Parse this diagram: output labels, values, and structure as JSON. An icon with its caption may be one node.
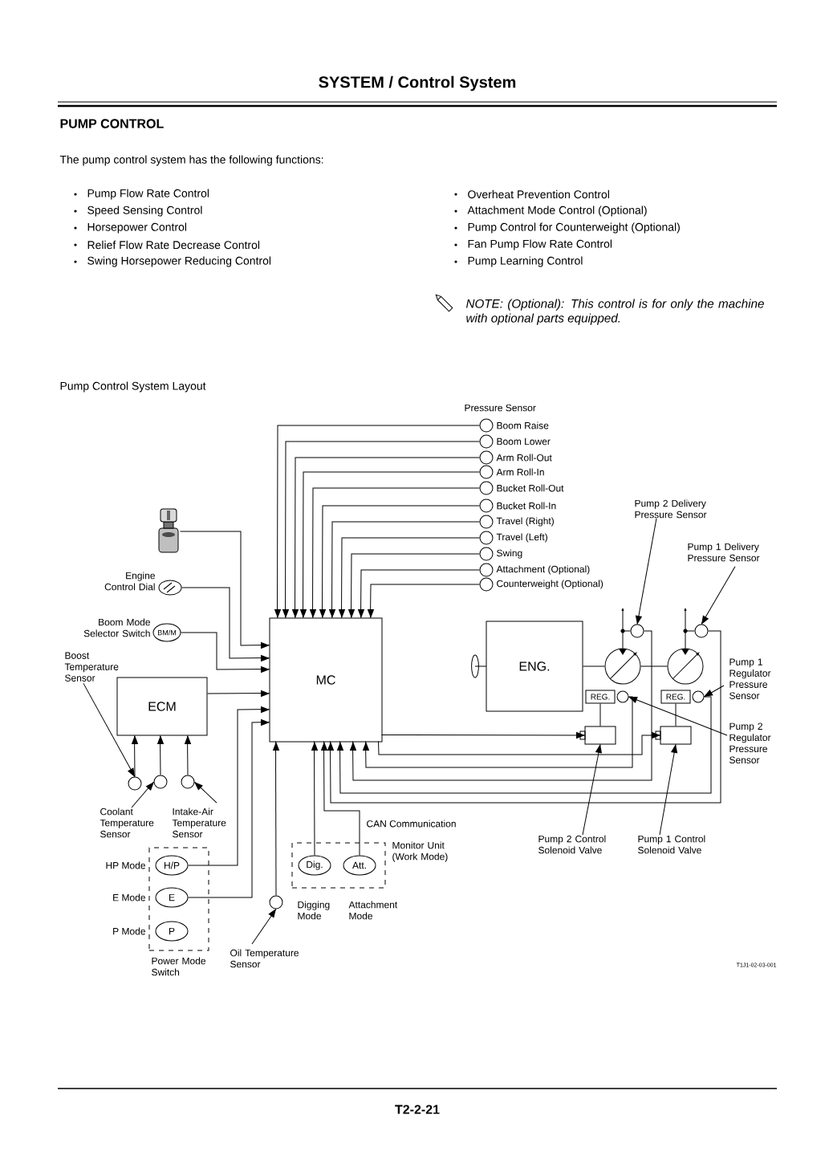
{
  "diagram": {
    "title": "SYSTEM / Control System",
    "nodes": [
      {
        "text": [
          "MC"
        ]
      },
      {
        "text": [
          "ECM"
        ]
      },
      {
        "text": [
          "ENG."
        ]
      },
      {
        "text": [],
        "shape": "circle",
        "beside": [
          "Boom Raise"
        ]
      },
      {
        "text": [],
        "shape": "circle",
        "beside": [
          "Boom Lower"
        ]
      },
      {
        "text": [],
        "shape": "circle",
        "beside": [
          "Arm Roll-Out"
        ]
      },
      {
        "text": [],
        "shape": "circle",
        "beside": [
          "Arm Roll-In"
        ]
      },
      {
        "text": [],
        "shape": "circle",
        "beside": [
          "Bucket Roll-Out"
        ]
      },
      {
        "text": [],
        "shape": "circle",
        "beside": [
          "Bucket Roll-In"
        ]
      },
      {
        "text": [],
        "shape": "circle",
        "beside": [
          "Travel (Right)"
        ]
      },
      {
        "text": [],
        "shape": "circle",
        "beside": [
          "Travel (Left)"
        ]
      },
      {
        "text": [],
        "shape": "circle",
        "beside": [
          "Swing"
        ]
      },
      {
        "text": [],
        "shape": "circle",
        "beside": [
          "Attachment (Optional)"
        ]
      },
      {
        "text": [],
        "shape": "circle",
        "beside": [
          "Counterweight (Optional)"
        ]
      },
      {
        "text": [],
        "shape": "picture"
      },
      {
        "text": [],
        "shape": "dial",
        "beside": [
          "Engine Control Dial"
        ]
      },
      {
        "text": [
          "BM/M"
        ],
        "beside": [
          "Boom Mode Selector Switch"
        ]
      },
      {
        "text": [],
        "shape": "circle"
      },
      {
        "text": [],
        "shape": "circle"
      },
      {
        "text": [],
        "shape": "circle"
      },
      {
        "text": [
          "Boost Temperature Sensor"
        ]
      },
      {
        "text": [
          "Coolant Temperature Sensor"
        ]
      },
      {
        "text": [
          "Intake-Air Temperature Sensor"
        ]
      },
      {
        "text": [
          "Power Mode Switch"
        ]
      },
      {
        "text": [
          "H/P"
        ],
        "in": 23,
        "beside": [
          "HP Mode"
        ]
      },
      {
        "text": [
          "E"
        ],
        "in": 23,
        "beside": [
          "E Mode"
        ]
      },
      {
        "text": [
          "P"
        ],
        "in": 23,
        "beside": [
          "P Mode"
        ]
      },
      {
        "text": [],
        "shape": "circle"
      },
      {
        "text": [
          "Oil Temperature Sensor"
        ]
      },
      {
        "text": [
          "Monitor Unit (Work Mode)"
        ]
      },
      {
        "text": [
          "Dig."
        ],
        "in": 29
      },
      {
        "text": [
          "Att."
        ],
        "in": 29
      },
      {
        "text": [],
        "shape": "circle"
      },
      {
        "text": [],
        "shape": "circle"
      },
      {
        "text": [],
        "shape": "circle"
      },
      {
        "text": [],
        "shape": "circle"
      },
      {
        "text": [
          "REG."
        ]
      },
      {
        "text": [
          "REG."
        ]
      },
      {
        "text": [],
        "shape": "circle"
      },
      {
        "text": [],
        "shape": "circle"
      },
      {
        "text": [],
        "shape": "box"
      },
      {
        "text": [],
        "shape": "box"
      },
      {
        "text": [
          "Pump 2 Delivery Pressure Sensor"
        ]
      },
      {
        "text": [
          "Pump 1 Delivery Pressure Sensor"
        ]
      },
      {
        "text": [
          "Pump 1 Regulator Pressure Sensor"
        ]
      },
      {
        "text": [
          "Pump 2 Regulator Pressure Sensor"
        ]
      },
      {
        "text": [
          "Pump 2 Control Solenoid Valve"
        ]
      },
      {
        "text": [
          "Pump 1 Control Solenoid Valve"
        ]
      }
    ],
    "edges": [
      {
        "from": 3,
        "to": 0,
        "arrow": "to"
      },
      {
        "from": 4,
        "to": 0,
        "arrow": "to"
      },
      {
        "from": 5,
        "to": 0,
        "arrow": "to"
      },
      {
        "from": 6,
        "to": 0,
        "arrow": "to"
      },
      {
        "from": 7,
        "to": 0,
        "arrow": "to"
      },
      {
        "from": 8,
        "to": 0,
        "arrow": "to"
      },
      {
        "from": 9,
        "to": 0,
        "arrow": "to"
      },
      {
        "from": 10,
        "to": 0,
        "arrow": "to"
      },
      {
        "from": 11,
        "to": 0,
        "arrow": "to"
      },
      {
        "from": 12,
        "to": 0,
        "arrow": "to"
      },
      {
        "from": 13,
        "to": 0,
        "arrow": "to"
      },
      {
        "from": 14,
        "to": 0,
        "arrow": "to"
      },
      {
        "from": 15,
        "to": 0,
        "arrow": "to"
      },
      {
        "from": 16,
        "to": 0,
        "arrow": "to"
      },
      {
        "from": 1,
        "to": 0,
        "arrow": "to"
      },
      {
        "from": 17,
        "to": 1,
        "arrow": "to"
      },
      {
        "from": 18,
        "to": 1,
        "arrow": "to"
      },
      {
        "from": 19,
        "to": 1,
        "arrow": "to"
      },
      {
        "from": 20,
        "to": 17,
        "arrow": "to"
      },
      {
        "from": 21,
        "to": 18,
        "arrow": "to"
      },
      {
        "from": 22,
        "to": 19,
        "arrow": "to"
      },
      {
        "from": 24,
        "to": 0,
        "arrow": "to"
      },
      {
        "from": 25,
        "to": 0,
        "arrow": "to"
      },
      {
        "from": 27,
        "to": 0,
        "arrow": "to"
      },
      {
        "from": 28,
        "to": 27,
        "arrow": "to"
      },
      {
        "from": 30,
        "to": 0,
        "arrow": "to"
      },
      {
        "from": 31,
        "to": 0,
        "arrow": "to",
        "label": "CAN Communication"
      },
      {
        "from": 2,
        "to": 32,
        "arrow": "none"
      },
      {
        "from": 32,
        "to": 33,
        "arrow": "none"
      },
      {
        "from": 0,
        "to": 40,
        "arrow": "to"
      },
      {
        "from": 0,
        "to": 41,
        "arrow": "to"
      },
      {
        "from": 40,
        "to": 36,
        "arrow": "none"
      },
      {
        "from": 41,
        "to": 37,
        "arrow": "none"
      },
      {
        "from": 38,
        "to": 0,
        "arrow": "to"
      },
      {
        "from": 34,
        "to": 0,
        "arrow": "to"
      },
      {
        "from": 39,
        "to": 0,
        "arrow": "to"
      },
      {
        "from": 35,
        "to": 0,
        "arrow": "to"
      },
      {
        "from": 42,
        "to": 34,
        "arrow": "to"
      },
      {
        "from": 43,
        "to": 35,
        "arrow": "to"
      },
      {
        "from": 44,
        "to": 39,
        "arrow": "to"
      },
      {
        "from": 45,
        "to": 38,
        "arrow": "to"
      },
      {
        "from": 46,
        "to": 40,
        "arrow": "to"
      },
      {
        "from": 47,
        "to": 41,
        "arrow": "to"
      },
      {
        "from": 32,
        "to": 34,
        "arrow": "none"
      },
      {
        "from": 33,
        "to": 35,
        "arrow": "none"
      }
    ],
    "labels": [
      "PUMP CONTROL",
      "The pump control system has the following functions:",
      "Pump Flow Rate Control",
      "Speed Sensing Control",
      "Horsepower Control",
      "Relief Flow Rate Decrease Control",
      "Swing Horsepower Reducing Control",
      "Overheat Prevention Control",
      "Attachment Mode Control (Optional)",
      "Pump Control for Counterweight (Optional)",
      "Fan Pump Flow Rate Control",
      "Pump Learning Control",
      "NOTE: (Optional): This control is for only the machine with optional parts equipped.",
      "Pump Control System Layout",
      "Pressure Sensor",
      "Digging Mode",
      "Attachment Mode",
      "T1J1-02-03-001",
      "T2-2-21"
    ]
  }
}
